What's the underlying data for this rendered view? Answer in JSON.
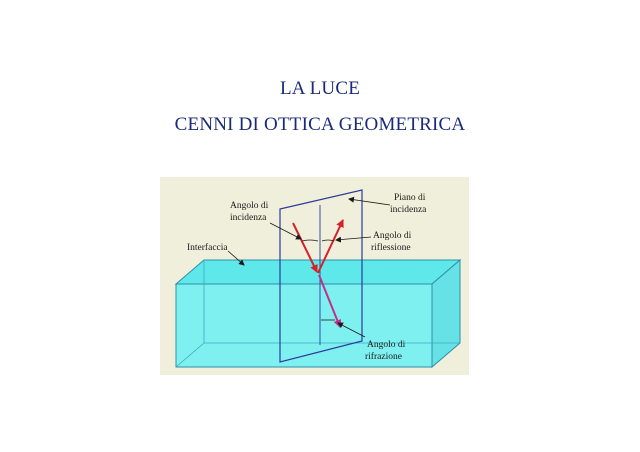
{
  "slide": {
    "title_line1": "LA LUCE",
    "title_line2": "CENNI DI OTTICA GEOMETRICA"
  },
  "figure": {
    "labels": {
      "angolo_incidenza_1": "Angolo di",
      "angolo_incidenza_2": "incidenza",
      "piano_incidenza_1": "Piano di",
      "piano_incidenza_2": "incidenza",
      "angolo_riflessione_1": "Angolo di",
      "angolo_riflessione_2": "riflessione",
      "interfaccia": "Interfaccia",
      "angolo_rifrazione_1": "Angolo di",
      "angolo_rifrazione_2": "rifrazione"
    },
    "colors": {
      "background": "#efefdc",
      "prism_face": "#7ff0f0",
      "prism_top": "#5fe8ea",
      "prism_edge": "#2f8fa8",
      "plane_edge": "#2c3c9a",
      "ray": "#d8202a",
      "refracted_ray": "#c0308a"
    }
  }
}
